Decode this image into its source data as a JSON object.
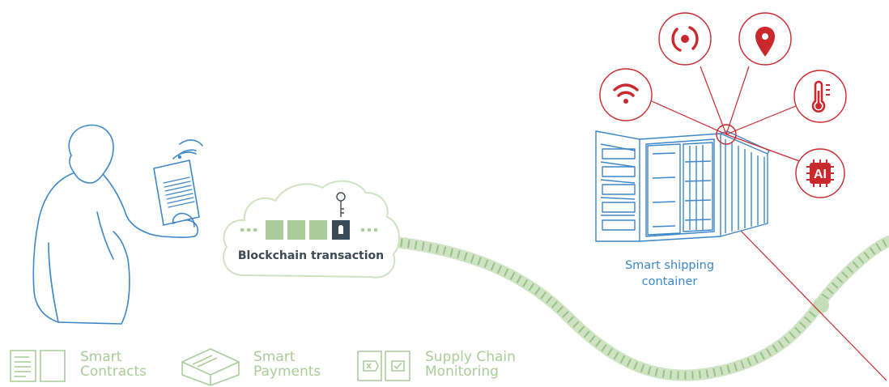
{
  "blockchain": {
    "label": "Blockchain transaction"
  },
  "container": {
    "line1": "Smart shipping",
    "line2": "container"
  },
  "legend": [
    {
      "line1": "Smart",
      "line2": "Contracts",
      "icon": "contract-document-icon"
    },
    {
      "line1": "Smart",
      "line2": "Payments",
      "icon": "payment-box-icon"
    },
    {
      "line1": "Supply Chain",
      "line2": "Monitoring",
      "icon": "monitoring-icon"
    }
  ],
  "sensors": [
    {
      "icon": "wifi-icon"
    },
    {
      "icon": "radar-icon"
    },
    {
      "icon": "location-pin-icon"
    },
    {
      "icon": "thermometer-icon"
    },
    {
      "icon": "ai-chip-icon",
      "text": "AI"
    }
  ],
  "colors": {
    "green": "#a9cc9a",
    "green_dark": "#8cbb7a",
    "blue": "#3d86c9",
    "red": "#c9282d",
    "slate": "#3b4a55"
  }
}
